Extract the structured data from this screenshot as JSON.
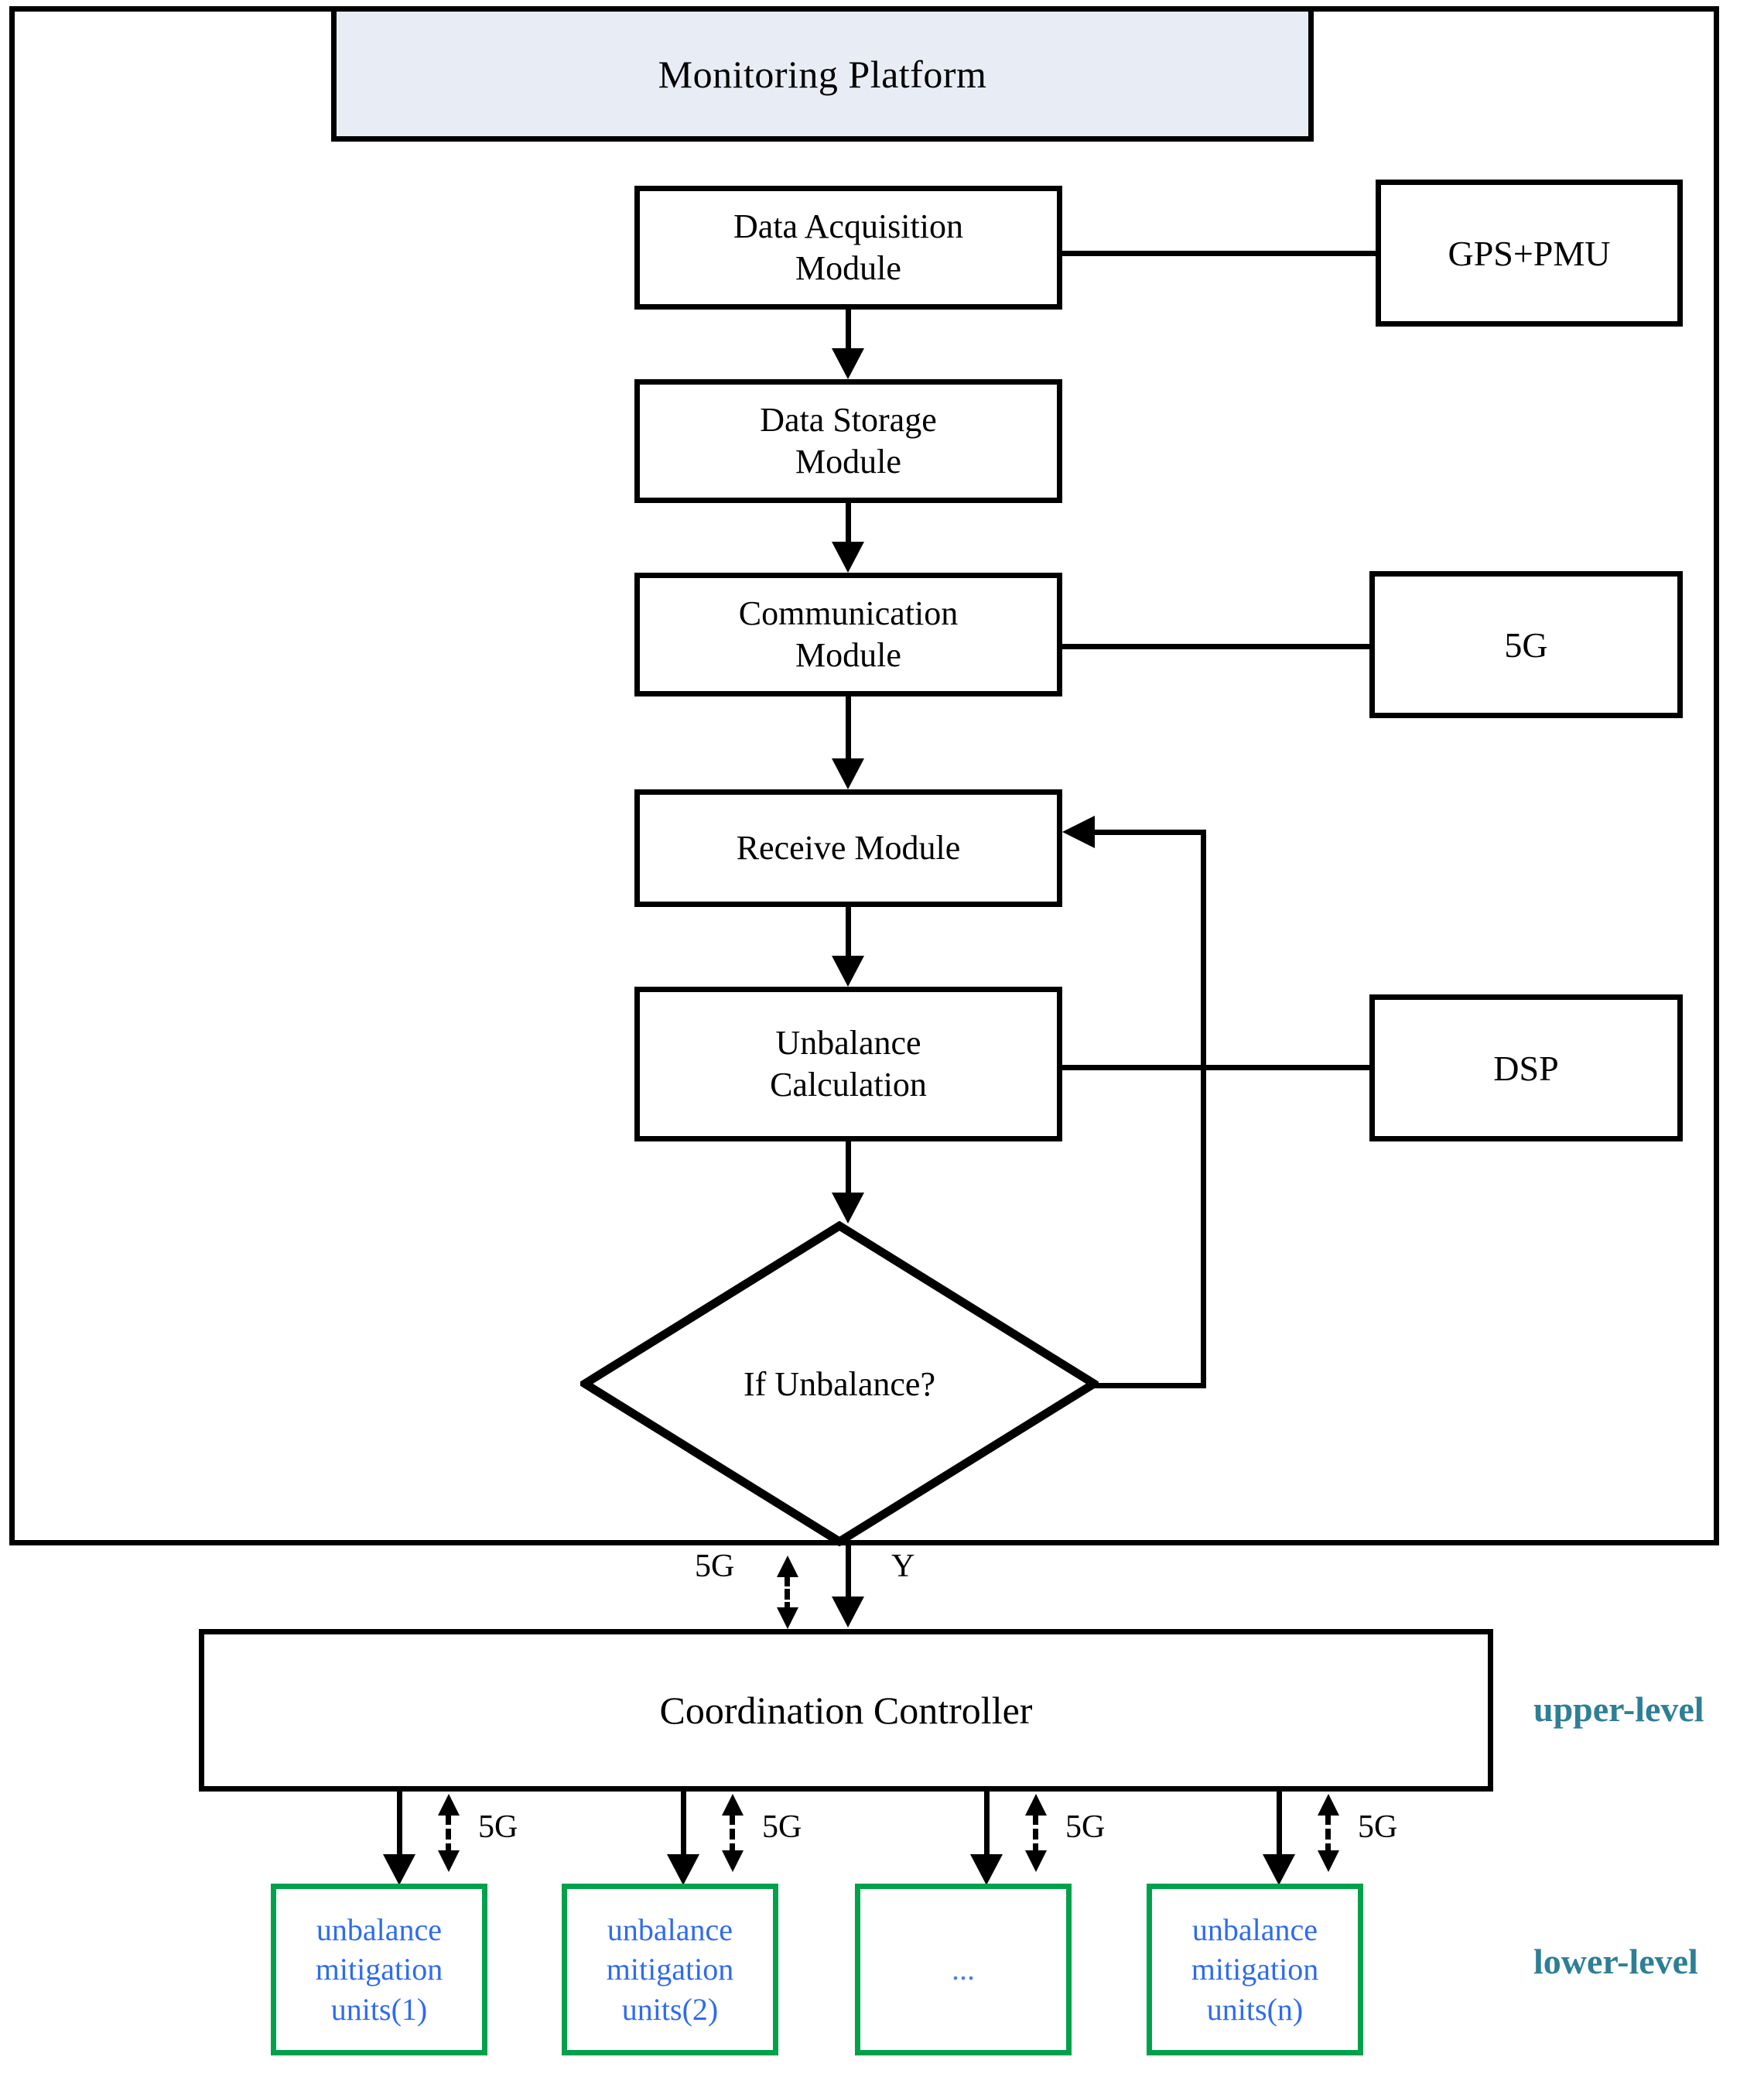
{
  "diagram": {
    "title": "Monitoring Platform",
    "platform_header": "Monitoring Platform",
    "process_boxes": [
      {
        "id": "data-acquisition",
        "label": "Data Acquisition\nModule",
        "line1": "Data Acquisition",
        "line2": "Module"
      },
      {
        "id": "data-storage",
        "label": "Data Storage\nModule",
        "line1": "Data Storage",
        "line2": "Module"
      },
      {
        "id": "communication",
        "label": "Communication\nModule",
        "line1": "Communication",
        "line2": "Module"
      },
      {
        "id": "receive",
        "label": "Receive Module",
        "line1": "Receive Module",
        "line2": ""
      },
      {
        "id": "unbalance-calculation",
        "label": "Unbalance\nCalculation",
        "line1": "Unbalance",
        "line2": "Calculation"
      }
    ],
    "side_boxes": [
      {
        "id": "gps-pmu",
        "label": "GPS+PMU"
      },
      {
        "id": "five-g",
        "label": "5G"
      },
      {
        "id": "dsp",
        "label": "DSP"
      }
    ],
    "decision": {
      "line1": "If",
      "line2": "Unbalance?",
      "yes_label": "Y"
    },
    "controller": {
      "label": "Coordination Controller"
    },
    "link_labels": {
      "platform_to_controller_5g": "5G",
      "unit_links_5g": [
        "5G",
        "5G",
        "5G",
        "5G"
      ]
    },
    "units": [
      {
        "id": "unit-1",
        "line1": "unbalance",
        "line2": "mitigation",
        "line3": "units(1)"
      },
      {
        "id": "unit-2",
        "line1": "unbalance",
        "line2": "mitigation",
        "line3": "units(2)"
      },
      {
        "id": "unit-ellipsis",
        "line1": "...",
        "line2": "",
        "line3": ""
      },
      {
        "id": "unit-n",
        "line1": "unbalance",
        "line2": "mitigation",
        "line3": "units(n)"
      }
    ],
    "level_labels": {
      "upper": "upper-level",
      "lower": "lower-level"
    },
    "colors": {
      "header_fill": "#e8edf5",
      "stroke": "#000000",
      "unit_border": "#00A14B",
      "unit_text": "#2F6BEF",
      "level_label": "#2E7F96"
    }
  }
}
